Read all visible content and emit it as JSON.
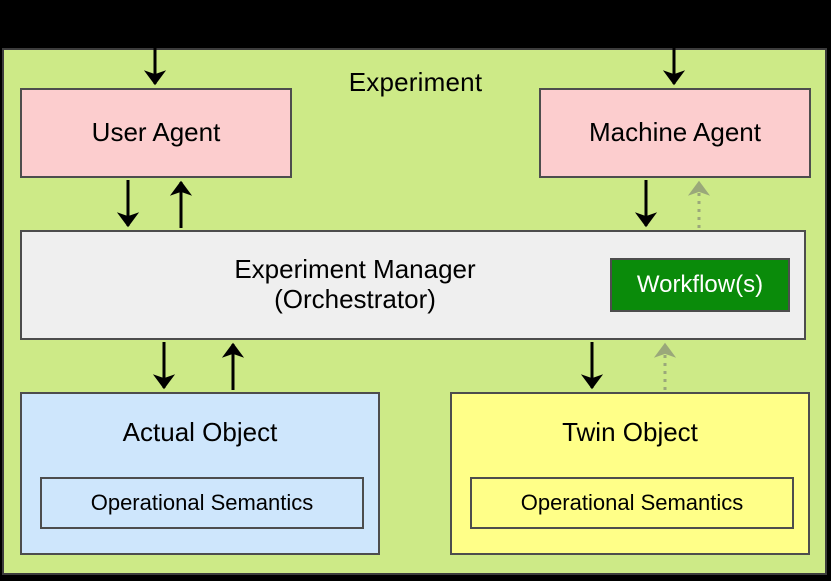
{
  "diagram": {
    "title": "Experiment",
    "container_color": "#cdea87",
    "background_color": "#000000"
  },
  "nodes": {
    "user_agent": {
      "label": "User Agent",
      "color": "#fccdce"
    },
    "machine_agent": {
      "label": "Machine Agent",
      "color": "#fccdce"
    },
    "experiment_manager": {
      "label": "Experiment Manager\n(Orchestrator)",
      "color": "#efefef"
    },
    "workflows": {
      "label": "Workflow(s)",
      "color": "#0a8b0a",
      "text_color": "#ffffff"
    },
    "actual_object": {
      "label": "Actual Object",
      "color": "#cee6fc",
      "semantics_label": "Operational Semantics"
    },
    "twin_object": {
      "label": "Twin Object",
      "color": "#ffff88",
      "semantics_label": "Operational Semantics"
    }
  },
  "edges": [
    {
      "name": "external-to-user-agent",
      "from": "outside-top",
      "to": "user_agent",
      "style": "solid",
      "direction": "down"
    },
    {
      "name": "external-to-machine-agent",
      "from": "outside-top",
      "to": "machine_agent",
      "style": "solid",
      "direction": "down"
    },
    {
      "name": "user-agent-to-manager",
      "from": "user_agent",
      "to": "experiment_manager",
      "style": "solid",
      "direction": "down"
    },
    {
      "name": "manager-to-user-agent",
      "from": "experiment_manager",
      "to": "user_agent",
      "style": "solid",
      "direction": "up"
    },
    {
      "name": "machine-agent-to-manager",
      "from": "machine_agent",
      "to": "experiment_manager",
      "style": "solid",
      "direction": "down"
    },
    {
      "name": "manager-to-machine-agent-feedback",
      "from": "experiment_manager",
      "to": "machine_agent",
      "style": "dotted",
      "direction": "up"
    },
    {
      "name": "manager-to-actual-object",
      "from": "experiment_manager",
      "to": "actual_object",
      "style": "solid",
      "direction": "down"
    },
    {
      "name": "actual-object-to-manager",
      "from": "actual_object",
      "to": "experiment_manager",
      "style": "solid",
      "direction": "up"
    },
    {
      "name": "manager-to-twin-object",
      "from": "experiment_manager",
      "to": "twin_object",
      "style": "solid",
      "direction": "down"
    },
    {
      "name": "twin-object-to-manager-feedback",
      "from": "twin_object",
      "to": "experiment_manager",
      "style": "dotted",
      "direction": "up"
    }
  ]
}
